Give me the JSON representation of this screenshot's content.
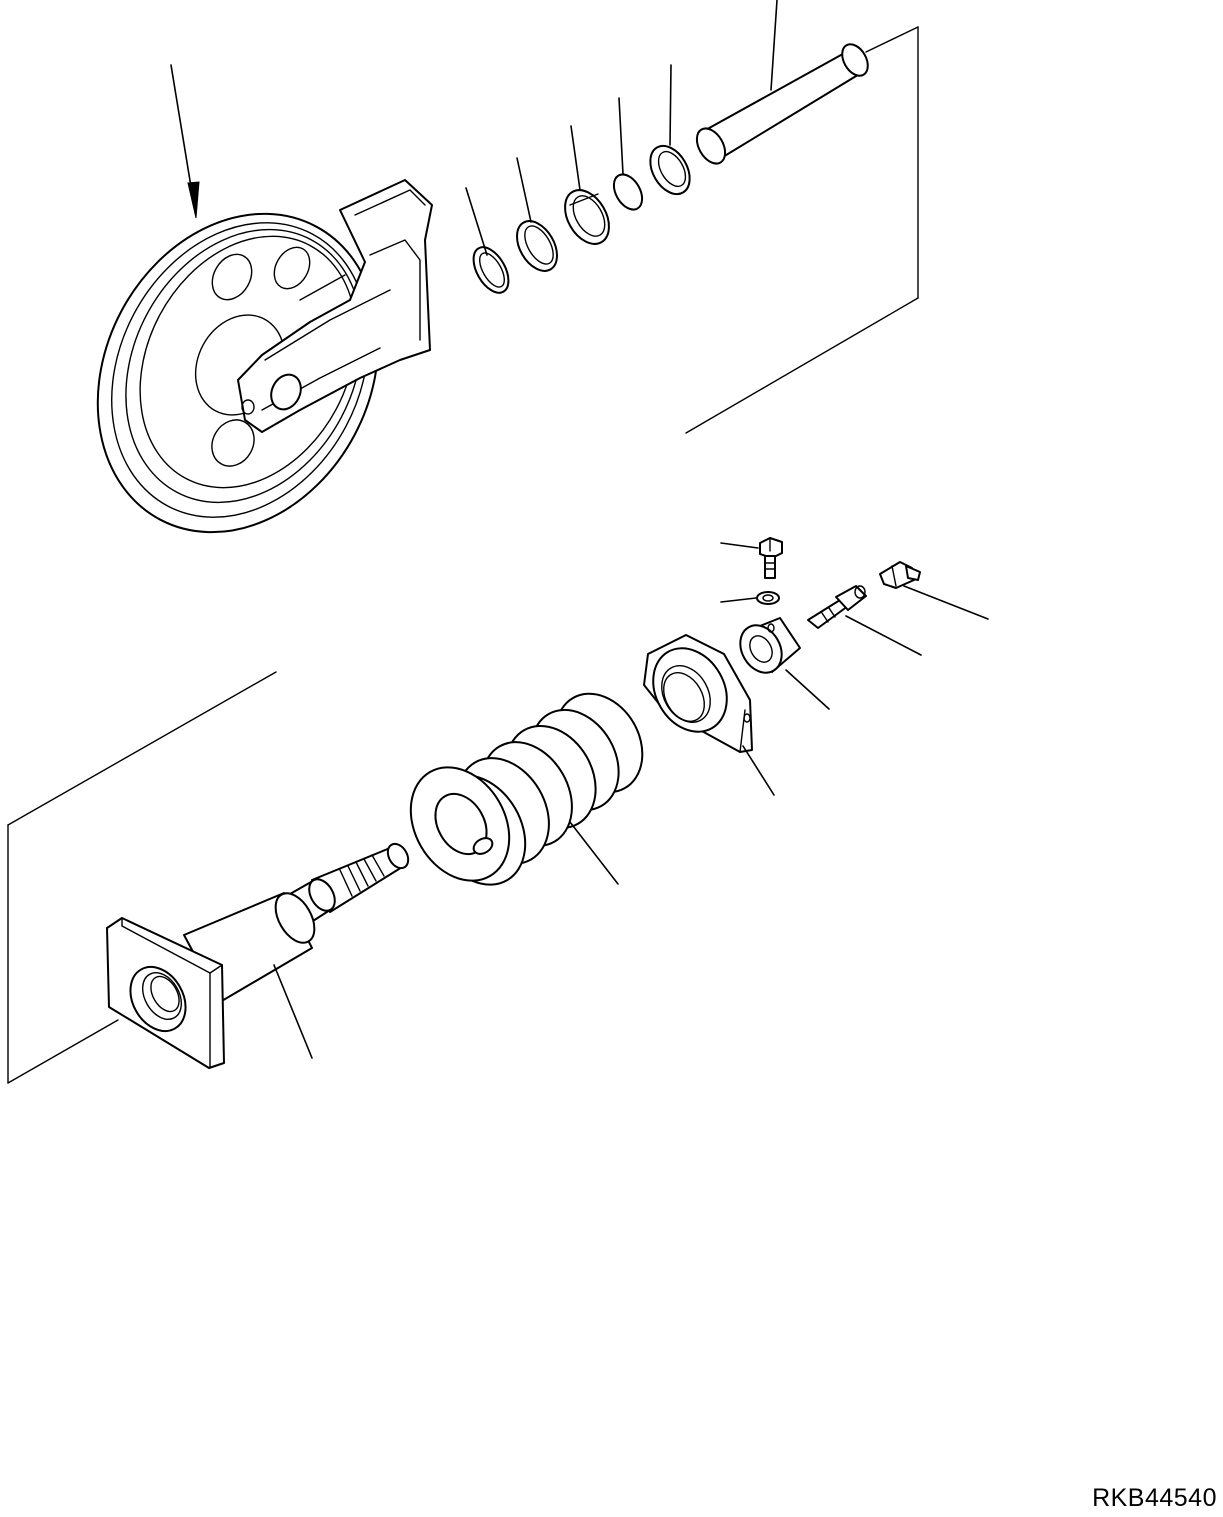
{
  "diagram": {
    "drawing_code": "RKB44540",
    "parts": [
      {
        "id": "idler-assembly",
        "kind": "idler wheel with yoke"
      },
      {
        "id": "snap-ring",
        "kind": "snap ring"
      },
      {
        "id": "ring",
        "kind": "ring"
      },
      {
        "id": "bushing",
        "kind": "bushing"
      },
      {
        "id": "o-ring",
        "kind": "o-ring"
      },
      {
        "id": "seal",
        "kind": "seal"
      },
      {
        "id": "pin",
        "kind": "pin"
      },
      {
        "id": "bolt",
        "kind": "bolt"
      },
      {
        "id": "washer",
        "kind": "washer"
      },
      {
        "id": "grease-fitting",
        "kind": "grease fitting"
      },
      {
        "id": "valve",
        "kind": "valve"
      },
      {
        "id": "nut",
        "kind": "nut"
      },
      {
        "id": "holder",
        "kind": "holder"
      },
      {
        "id": "spring",
        "kind": "recoil spring"
      },
      {
        "id": "rod-cylinder",
        "kind": "rod and cylinder"
      }
    ]
  }
}
